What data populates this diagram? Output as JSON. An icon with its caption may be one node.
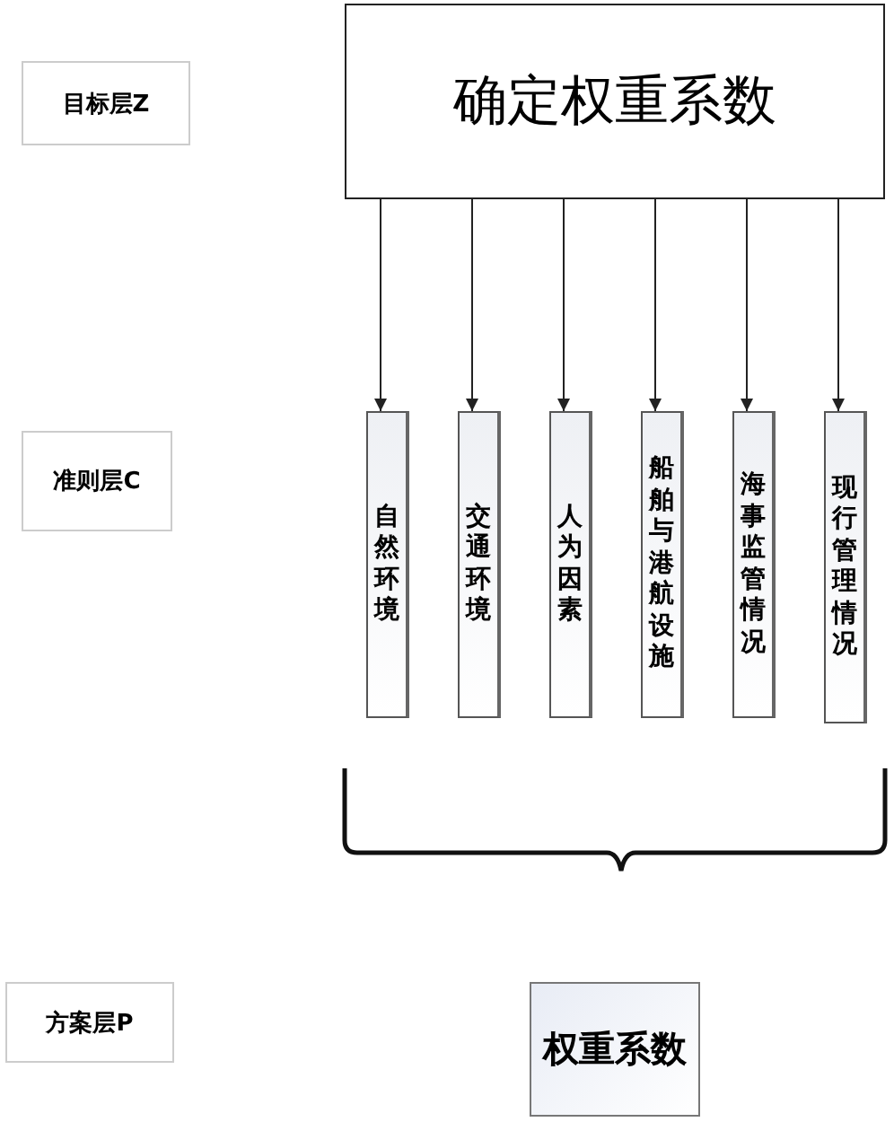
{
  "diagram": {
    "nodes": [
      {
        "text": [
          "目标层Z"
        ]
      },
      {
        "text": [
          "确定权重系数"
        ]
      },
      {
        "text": [
          "准则层C"
        ]
      },
      {
        "text": [
          "自然环境"
        ]
      },
      {
        "text": [
          "交通环境"
        ]
      },
      {
        "text": [
          "人为因素"
        ]
      },
      {
        "text": [
          "船舶与港航设施"
        ]
      },
      {
        "text": [
          "海事监管情况"
        ]
      },
      {
        "text": [
          "现行管理情况"
        ]
      },
      {
        "text": [
          "方案层P"
        ]
      },
      {
        "text": [
          "权重系数"
        ]
      }
    ],
    "edges": [
      {
        "from": 1,
        "to": 3,
        "arrow": "to"
      },
      {
        "from": 1,
        "to": 4,
        "arrow": "to"
      },
      {
        "from": 1,
        "to": 5,
        "arrow": "to"
      },
      {
        "from": 1,
        "to": 6,
        "arrow": "to"
      },
      {
        "from": 1,
        "to": 7,
        "arrow": "to"
      },
      {
        "from": 1,
        "to": 8,
        "arrow": "to"
      }
    ]
  }
}
